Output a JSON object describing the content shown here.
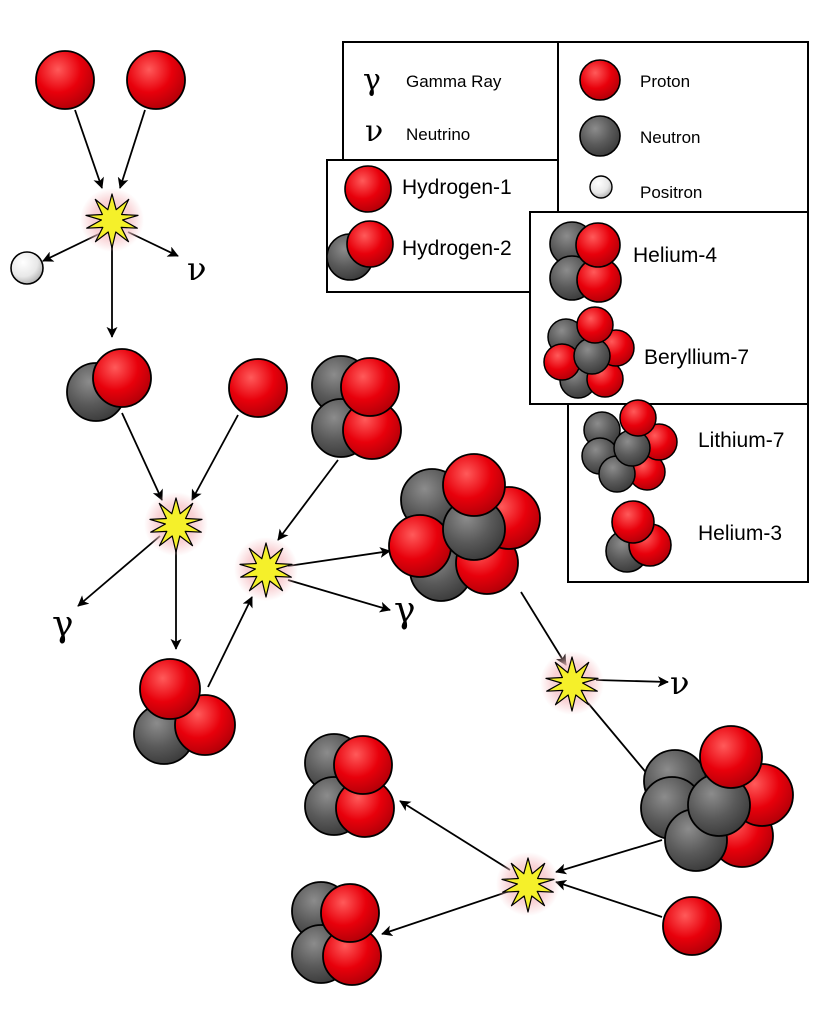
{
  "colors": {
    "proton": "#e8000b",
    "neutron": "#5a5a5a",
    "positron": "#ffffff",
    "flash": "#f5f02a",
    "glow": "#f4b0b4",
    "stroke": "#000000"
  },
  "symbols": {
    "gamma": "γ",
    "neutrino": "ν"
  },
  "legend": {
    "gamma_ray": "Gamma Ray",
    "neutrino": "Neutrino",
    "proton": "Proton",
    "neutron": "Neutron",
    "positron": "Positron",
    "hydrogen_1": "Hydrogen-1",
    "hydrogen_2": "Hydrogen-2",
    "helium_4": "Helium-4",
    "beryllium_7": "Beryllium-7",
    "lithium_7": "Lithium-7",
    "helium_3": "Helium-3"
  }
}
